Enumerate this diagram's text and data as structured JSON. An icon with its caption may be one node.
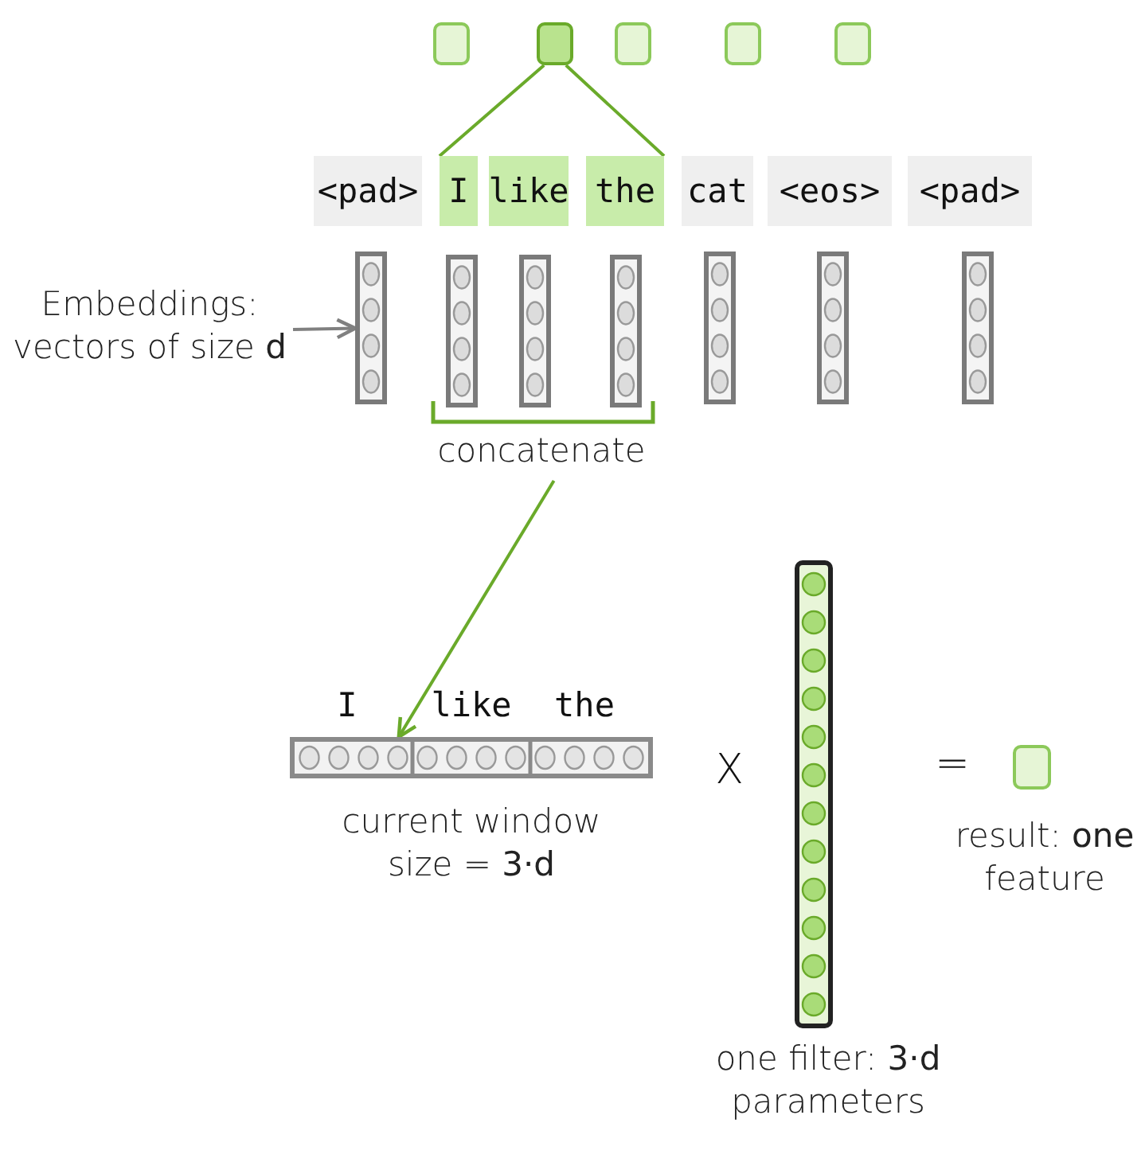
{
  "diagram": {
    "nodes": [
      {
        "text": [],
        "shape": "box"
      },
      {
        "text": [],
        "shape": "box"
      },
      {
        "text": [],
        "shape": "box"
      },
      {
        "text": [],
        "shape": "box"
      },
      {
        "text": [],
        "shape": "box"
      },
      {
        "text": [
          "<pad>"
        ]
      },
      {
        "text": [
          "I"
        ]
      },
      {
        "text": [
          "like"
        ]
      },
      {
        "text": [
          "the"
        ]
      },
      {
        "text": [
          "cat"
        ]
      },
      {
        "text": [
          "<eos>"
        ]
      },
      {
        "text": [
          "<pad>"
        ]
      },
      {
        "text": [],
        "shape": "bar"
      },
      {
        "text": [],
        "shape": "bar"
      },
      {
        "text": [],
        "shape": "bar"
      },
      {
        "text": [],
        "shape": "bar"
      },
      {
        "text": [],
        "shape": "bar"
      },
      {
        "text": [],
        "shape": "bar"
      },
      {
        "text": [],
        "shape": "bar"
      },
      {
        "text": [
          "Embeddings: vectors of size **d**"
        ]
      },
      {
        "text": [
          "concatenate"
        ]
      },
      {
        "text": [],
        "shape": "bar",
        "beside": [
          "I",
          "like",
          "the",
          "current window size = **3·d**"
        ]
      },
      {
        "text": [],
        "shape": "bar",
        "beside": [
          "one filter: **3·d** parameters"
        ]
      },
      {
        "text": [],
        "shape": "box",
        "beside": [
          "result: **one** feature"
        ]
      }
    ],
    "edges": [
      {
        "from": 1,
        "to": 6,
        "arrow": "none",
        "color": "#6aaa2a"
      },
      {
        "from": 1,
        "to": 8,
        "arrow": "none",
        "color": "#6aaa2a"
      },
      {
        "from": 19,
        "to": 12,
        "arrow": "to",
        "color": "#808080"
      },
      {
        "from": 20,
        "to": 21,
        "arrow": "to",
        "color": "#6aaa2a"
      }
    ],
    "labels": [
      "X",
      "="
    ]
  }
}
